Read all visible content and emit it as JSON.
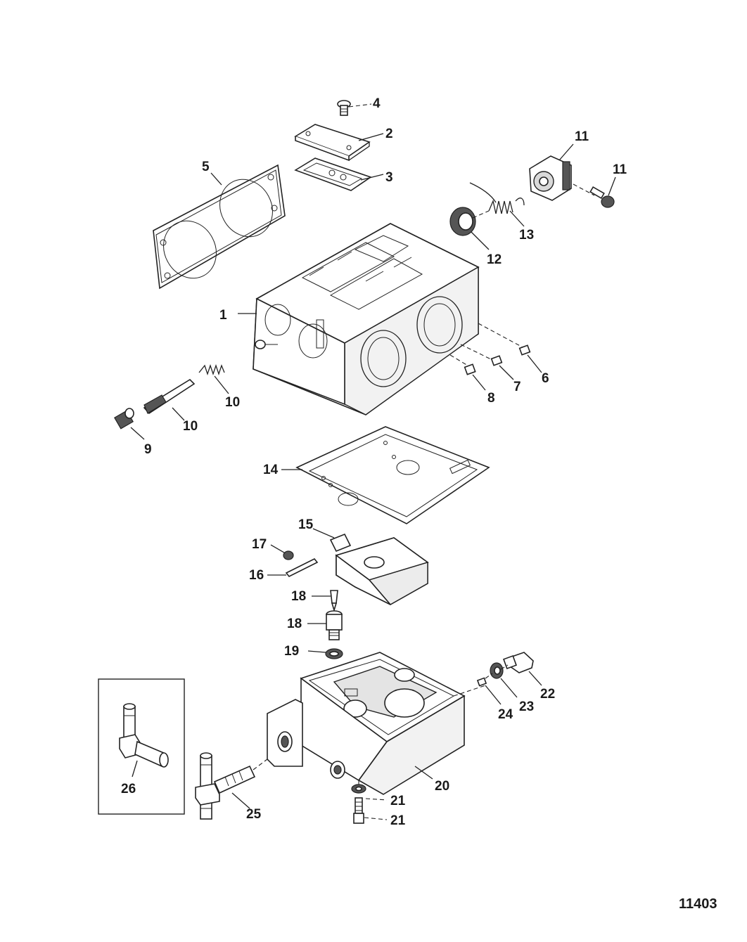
{
  "figure_number": "11403",
  "labels": {
    "c1": "1",
    "c2": "2",
    "c3": "3",
    "c4": "4",
    "c5": "5",
    "c6": "6",
    "c7": "7",
    "c8": "8",
    "c9": "9",
    "c10a": "10",
    "c10b": "10",
    "c11a": "11",
    "c11b": "11",
    "c12": "12",
    "c13": "13",
    "c14": "14",
    "c15": "15",
    "c16": "16",
    "c17": "17",
    "c18a": "18",
    "c18b": "18",
    "c19": "19",
    "c20": "20",
    "c21a": "21",
    "c21b": "21",
    "c22": "22",
    "c23": "23",
    "c24": "24",
    "c25": "25",
    "c26": "26"
  }
}
